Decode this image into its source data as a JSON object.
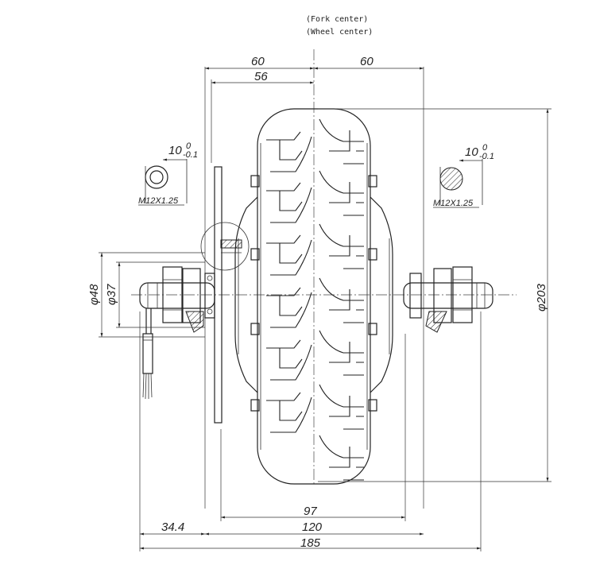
{
  "notes": {
    "fork_center": "(Fork center)",
    "wheel_center": "(Wheel center)"
  },
  "dimensions": {
    "half_left": "60",
    "half_right": "60",
    "inner_56": "56",
    "rim_97": "97",
    "width_120": "120",
    "overall_185": "185",
    "axle_34_4": "34.4",
    "dia_48": "φ48",
    "dia_37": "φ37",
    "dia_203": "φ203"
  },
  "axle_details": {
    "left": {
      "flat_main": "10",
      "tol_upper": "0",
      "tol_lower": "-0.1",
      "thread": "M12X1.25"
    },
    "right": {
      "flat_main": "10",
      "tol_upper": "0",
      "tol_lower": "-0.1",
      "thread": "M12X1.25"
    }
  }
}
